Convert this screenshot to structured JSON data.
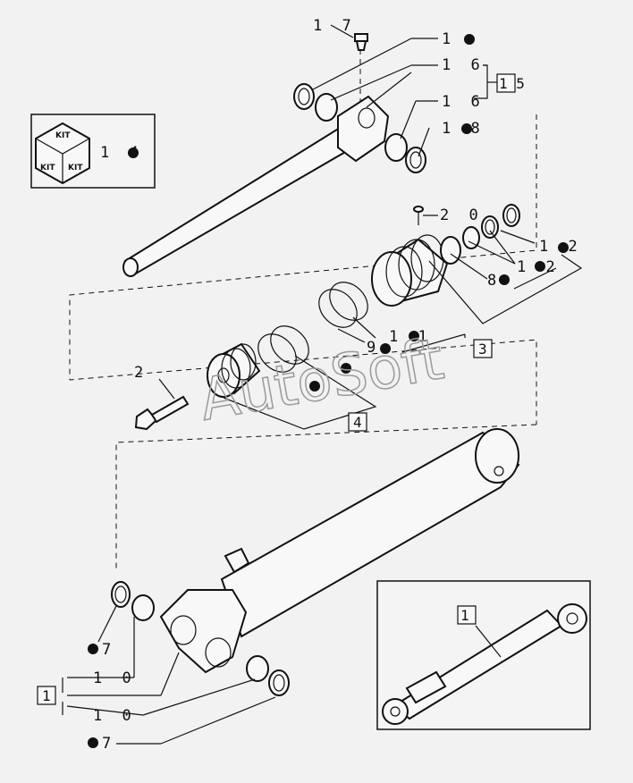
{
  "callouts": {
    "c17": "1 7",
    "c1": "1",
    "c16a": "1 6",
    "c15": "1 5",
    "c16b": "1 6",
    "c18": "1 8",
    "c14": "1 4",
    "c20": "2 0",
    "c12a": "1 2",
    "c12b": "1 2",
    "c8": "8",
    "c11": "1 1",
    "c9": "9",
    "c3": "3",
    "c2": "2",
    "c4": "4",
    "c7a": "7",
    "c10a": "1 0",
    "c1b": "1",
    "c10b": "1 0",
    "c7b": "7",
    "c1inset": "1"
  },
  "kit": {
    "label": "KIT"
  },
  "watermark": "AutoSoft"
}
